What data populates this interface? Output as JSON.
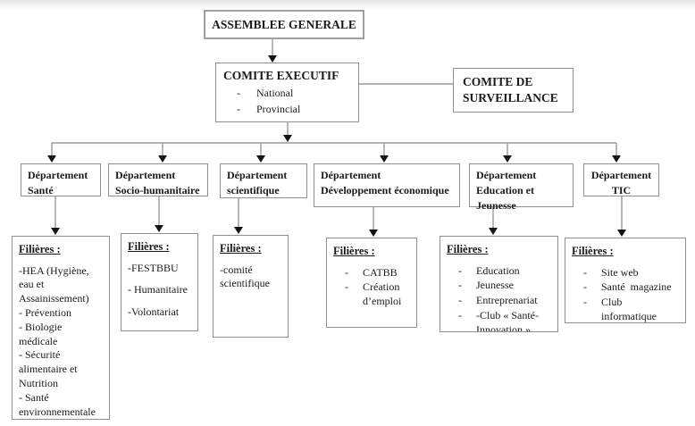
{
  "colors": {
    "box_border": "#8f8f8f",
    "line": "#9a9a9a",
    "arrow": "#141414",
    "text": "#1a1a1a",
    "background": "#ffffff"
  },
  "bullet_char": "-",
  "assemblee_generale": {
    "label": "ASSEMBLEE GENERALE"
  },
  "comite_executif": {
    "title": "COMITE EXECUTIF",
    "items": [
      "National",
      "Provincial"
    ]
  },
  "comite_surveillance": {
    "label": "COMITE DE\nSURVEILLANCE"
  },
  "departments": [
    {
      "id": "sante",
      "label": "Département\nSanté"
    },
    {
      "id": "socio-humanitaire",
      "label": "Département\nSocio-humanitaire"
    },
    {
      "id": "scientifique",
      "label": "Département\nscientifique"
    },
    {
      "id": "developpement-economique",
      "label": "Département\nDéveloppement économique"
    },
    {
      "id": "education-jeunesse",
      "label": "Département\nEducation et\nJeunesse"
    },
    {
      "id": "tic",
      "label": "Département\nTIC"
    }
  ],
  "filieres": [
    {
      "title": "Filières : ",
      "items": [
        "-HEA (Hygiène,\neau et\nAssainissement)",
        "- Prévention",
        "- Biologie médicale",
        "- Sécurité\nalimentaire et\nNutrition",
        "- Santé\nenvironnementale"
      ]
    },
    {
      "title": "Filières : ",
      "items": [
        "-FESTBBU",
        "- Humanitaire",
        "-Volontariat"
      ]
    },
    {
      "title": "Filières : ",
      "items": [
        "-comité\nscientifique"
      ]
    },
    {
      "title": "Filières : ",
      "items": [
        "CATBB",
        "Création\nd’emploi"
      ]
    },
    {
      "title": "Filières : ",
      "items": [
        "Education",
        "Jeunesse",
        "Entreprenariat",
        "-Club « Santé-\nInnovation »"
      ]
    },
    {
      "title": "Filières : ",
      "items": [
        "Site web",
        "Santé  magazine",
        "Club\ninformatique"
      ]
    }
  ]
}
